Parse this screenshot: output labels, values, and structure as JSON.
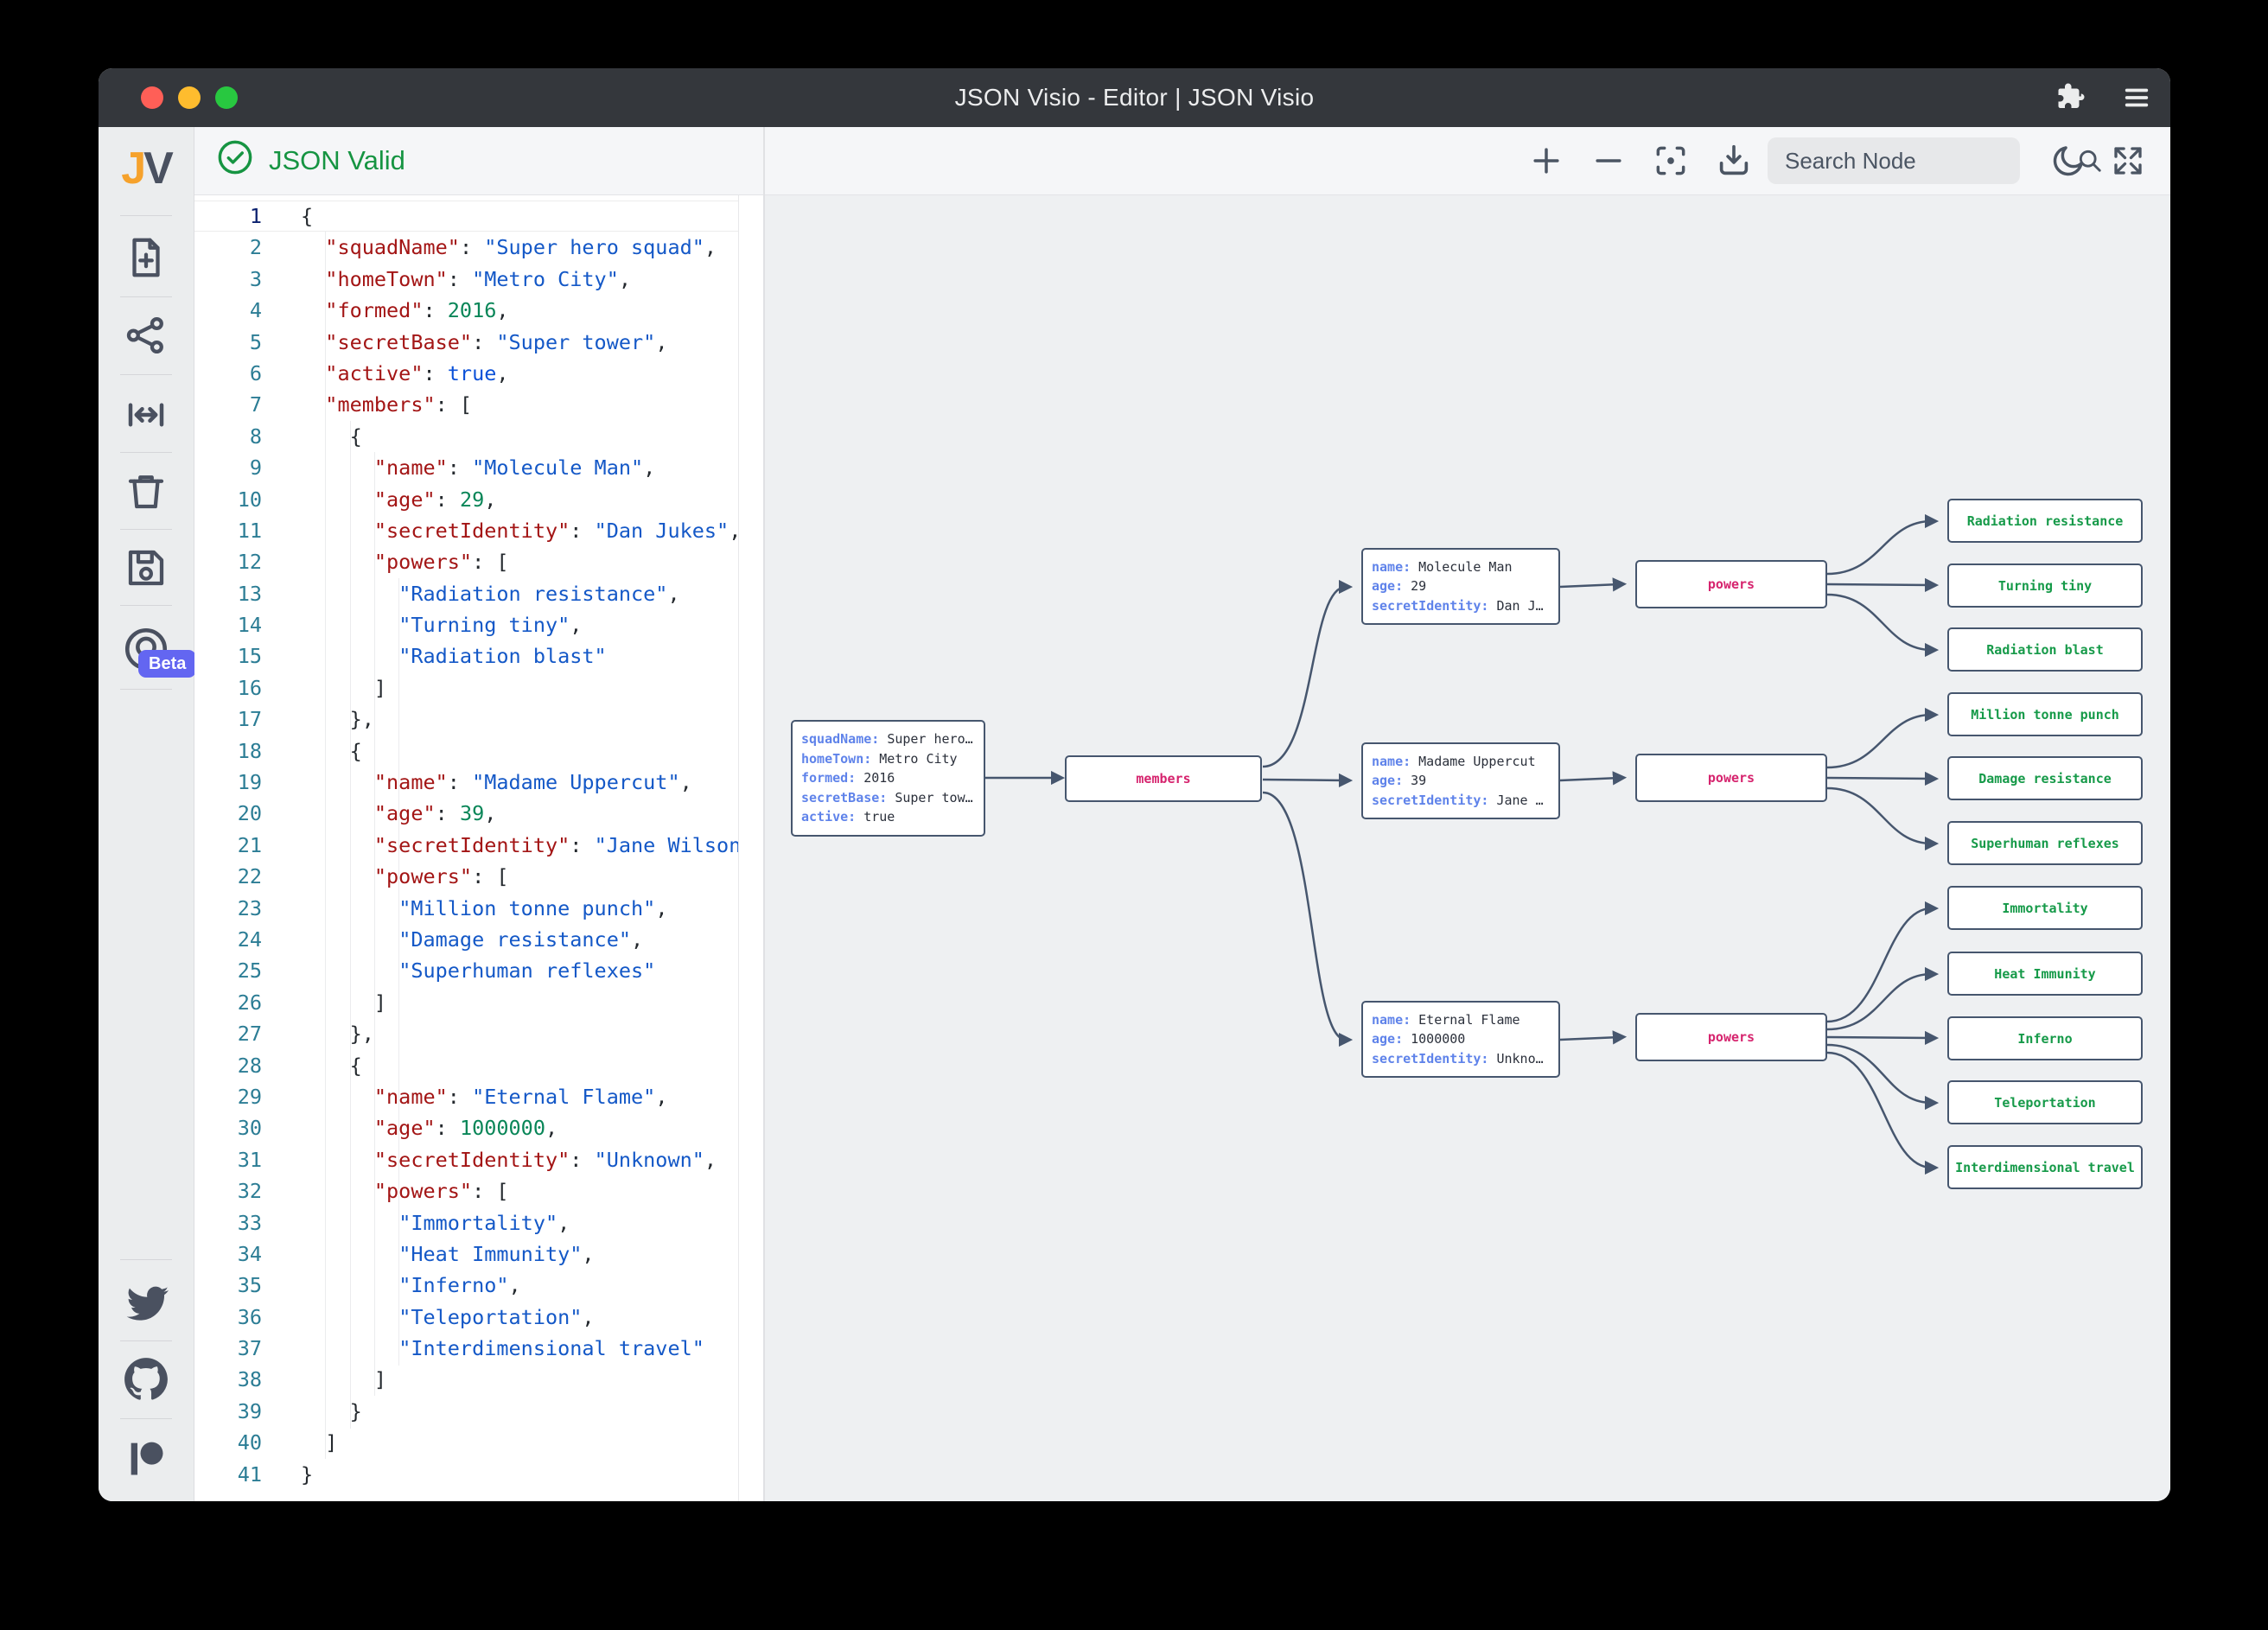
{
  "titlebar": {
    "title": "JSON Visio - Editor | JSON Visio"
  },
  "header": {
    "status": "JSON Valid"
  },
  "toolbar": {
    "search_placeholder": "Search Node"
  },
  "sidebar": {
    "logo_j": "J",
    "logo_v": "V",
    "beta_badge": "Beta"
  },
  "colors": {
    "valid_green": "#169442",
    "node_border": "#46566e",
    "node_key_blue": "#5f83ea",
    "label_pink": "#d6246e",
    "leaf_green": "#169a49",
    "edge": "#46566e",
    "titlebar_bg": "#34373c",
    "beta_badge_bg": "#6366f1"
  },
  "editor": {
    "lines": [
      {
        "n": 1,
        "t": [
          [
            "p",
            "{"
          ]
        ]
      },
      {
        "n": 2,
        "t": [
          [
            "p",
            "  "
          ],
          [
            "k",
            "\"squadName\""
          ],
          [
            "p",
            ": "
          ],
          [
            "s",
            "\"Super hero squad\""
          ],
          [
            "p",
            ","
          ]
        ]
      },
      {
        "n": 3,
        "t": [
          [
            "p",
            "  "
          ],
          [
            "k",
            "\"homeTown\""
          ],
          [
            "p",
            ": "
          ],
          [
            "s",
            "\"Metro City\""
          ],
          [
            "p",
            ","
          ]
        ]
      },
      {
        "n": 4,
        "t": [
          [
            "p",
            "  "
          ],
          [
            "k",
            "\"formed\""
          ],
          [
            "p",
            ": "
          ],
          [
            "n",
            "2016"
          ],
          [
            "p",
            ","
          ]
        ]
      },
      {
        "n": 5,
        "t": [
          [
            "p",
            "  "
          ],
          [
            "k",
            "\"secretBase\""
          ],
          [
            "p",
            ": "
          ],
          [
            "s",
            "\"Super tower\""
          ],
          [
            "p",
            ","
          ]
        ]
      },
      {
        "n": 6,
        "t": [
          [
            "p",
            "  "
          ],
          [
            "k",
            "\"active\""
          ],
          [
            "p",
            ": "
          ],
          [
            "b",
            "true"
          ],
          [
            "p",
            ","
          ]
        ]
      },
      {
        "n": 7,
        "t": [
          [
            "p",
            "  "
          ],
          [
            "k",
            "\"members\""
          ],
          [
            "p",
            ": ["
          ]
        ]
      },
      {
        "n": 8,
        "t": [
          [
            "p",
            "    {"
          ]
        ]
      },
      {
        "n": 9,
        "t": [
          [
            "p",
            "      "
          ],
          [
            "k",
            "\"name\""
          ],
          [
            "p",
            ": "
          ],
          [
            "s",
            "\"Molecule Man\""
          ],
          [
            "p",
            ","
          ]
        ]
      },
      {
        "n": 10,
        "t": [
          [
            "p",
            "      "
          ],
          [
            "k",
            "\"age\""
          ],
          [
            "p",
            ": "
          ],
          [
            "n",
            "29"
          ],
          [
            "p",
            ","
          ]
        ]
      },
      {
        "n": 11,
        "t": [
          [
            "p",
            "      "
          ],
          [
            "k",
            "\"secretIdentity\""
          ],
          [
            "p",
            ": "
          ],
          [
            "s",
            "\"Dan Jukes\""
          ],
          [
            "p",
            ","
          ]
        ]
      },
      {
        "n": 12,
        "t": [
          [
            "p",
            "      "
          ],
          [
            "k",
            "\"powers\""
          ],
          [
            "p",
            ": ["
          ]
        ]
      },
      {
        "n": 13,
        "t": [
          [
            "p",
            "        "
          ],
          [
            "s",
            "\"Radiation resistance\""
          ],
          [
            "p",
            ","
          ]
        ]
      },
      {
        "n": 14,
        "t": [
          [
            "p",
            "        "
          ],
          [
            "s",
            "\"Turning tiny\""
          ],
          [
            "p",
            ","
          ]
        ]
      },
      {
        "n": 15,
        "t": [
          [
            "p",
            "        "
          ],
          [
            "s",
            "\"Radiation blast\""
          ]
        ]
      },
      {
        "n": 16,
        "t": [
          [
            "p",
            "      ]"
          ]
        ]
      },
      {
        "n": 17,
        "t": [
          [
            "p",
            "    },"
          ]
        ]
      },
      {
        "n": 18,
        "t": [
          [
            "p",
            "    {"
          ]
        ]
      },
      {
        "n": 19,
        "t": [
          [
            "p",
            "      "
          ],
          [
            "k",
            "\"name\""
          ],
          [
            "p",
            ": "
          ],
          [
            "s",
            "\"Madame Uppercut\""
          ],
          [
            "p",
            ","
          ]
        ]
      },
      {
        "n": 20,
        "t": [
          [
            "p",
            "      "
          ],
          [
            "k",
            "\"age\""
          ],
          [
            "p",
            ": "
          ],
          [
            "n",
            "39"
          ],
          [
            "p",
            ","
          ]
        ]
      },
      {
        "n": 21,
        "t": [
          [
            "p",
            "      "
          ],
          [
            "k",
            "\"secretIdentity\""
          ],
          [
            "p",
            ": "
          ],
          [
            "s",
            "\"Jane Wilson\""
          ],
          [
            "p",
            ","
          ]
        ]
      },
      {
        "n": 22,
        "t": [
          [
            "p",
            "      "
          ],
          [
            "k",
            "\"powers\""
          ],
          [
            "p",
            ": ["
          ]
        ]
      },
      {
        "n": 23,
        "t": [
          [
            "p",
            "        "
          ],
          [
            "s",
            "\"Million tonne punch\""
          ],
          [
            "p",
            ","
          ]
        ]
      },
      {
        "n": 24,
        "t": [
          [
            "p",
            "        "
          ],
          [
            "s",
            "\"Damage resistance\""
          ],
          [
            "p",
            ","
          ]
        ]
      },
      {
        "n": 25,
        "t": [
          [
            "p",
            "        "
          ],
          [
            "s",
            "\"Superhuman reflexes\""
          ]
        ]
      },
      {
        "n": 26,
        "t": [
          [
            "p",
            "      ]"
          ]
        ]
      },
      {
        "n": 27,
        "t": [
          [
            "p",
            "    },"
          ]
        ]
      },
      {
        "n": 28,
        "t": [
          [
            "p",
            "    {"
          ]
        ]
      },
      {
        "n": 29,
        "t": [
          [
            "p",
            "      "
          ],
          [
            "k",
            "\"name\""
          ],
          [
            "p",
            ": "
          ],
          [
            "s",
            "\"Eternal Flame\""
          ],
          [
            "p",
            ","
          ]
        ]
      },
      {
        "n": 30,
        "t": [
          [
            "p",
            "      "
          ],
          [
            "k",
            "\"age\""
          ],
          [
            "p",
            ": "
          ],
          [
            "n",
            "1000000"
          ],
          [
            "p",
            ","
          ]
        ]
      },
      {
        "n": 31,
        "t": [
          [
            "p",
            "      "
          ],
          [
            "k",
            "\"secretIdentity\""
          ],
          [
            "p",
            ": "
          ],
          [
            "s",
            "\"Unknown\""
          ],
          [
            "p",
            ","
          ]
        ]
      },
      {
        "n": 32,
        "t": [
          [
            "p",
            "      "
          ],
          [
            "k",
            "\"powers\""
          ],
          [
            "p",
            ": ["
          ]
        ]
      },
      {
        "n": 33,
        "t": [
          [
            "p",
            "        "
          ],
          [
            "s",
            "\"Immortality\""
          ],
          [
            "p",
            ","
          ]
        ]
      },
      {
        "n": 34,
        "t": [
          [
            "p",
            "        "
          ],
          [
            "s",
            "\"Heat Immunity\""
          ],
          [
            "p",
            ","
          ]
        ]
      },
      {
        "n": 35,
        "t": [
          [
            "p",
            "        "
          ],
          [
            "s",
            "\"Inferno\""
          ],
          [
            "p",
            ","
          ]
        ]
      },
      {
        "n": 36,
        "t": [
          [
            "p",
            "        "
          ],
          [
            "s",
            "\"Teleportation\""
          ],
          [
            "p",
            ","
          ]
        ]
      },
      {
        "n": 37,
        "t": [
          [
            "p",
            "        "
          ],
          [
            "s",
            "\"Interdimensional travel\""
          ]
        ]
      },
      {
        "n": 38,
        "t": [
          [
            "p",
            "      ]"
          ]
        ]
      },
      {
        "n": 39,
        "t": [
          [
            "p",
            "    }"
          ]
        ]
      },
      {
        "n": 40,
        "t": [
          [
            "p",
            "  ]"
          ]
        ]
      },
      {
        "n": 41,
        "t": [
          [
            "p",
            "}"
          ]
        ]
      }
    ]
  },
  "graph": {
    "root_rows": [
      {
        "k": "squadName:",
        "v": "Super hero…"
      },
      {
        "k": "homeTown:",
        "v": "Metro City"
      },
      {
        "k": "formed:",
        "v": "2016"
      },
      {
        "k": "secretBase:",
        "v": "Super tow…"
      },
      {
        "k": "active:",
        "v": "true"
      }
    ],
    "members_label": "members",
    "member1_rows": [
      {
        "k": "name:",
        "v": "Molecule Man"
      },
      {
        "k": "age:",
        "v": "29"
      },
      {
        "k": "secretIdentity:",
        "v": "Dan J…"
      }
    ],
    "member2_rows": [
      {
        "k": "name:",
        "v": "Madame Uppercut"
      },
      {
        "k": "age:",
        "v": "39"
      },
      {
        "k": "secretIdentity:",
        "v": "Jane …"
      }
    ],
    "member3_rows": [
      {
        "k": "name:",
        "v": "Eternal Flame"
      },
      {
        "k": "age:",
        "v": "1000000"
      },
      {
        "k": "secretIdentity:",
        "v": "Unkno…"
      }
    ],
    "powers_label": "powers",
    "leaves": [
      "Radiation resistance",
      "Turning tiny",
      "Radiation blast",
      "Million tonne punch",
      "Damage resistance",
      "Superhuman reflexes",
      "Immortality",
      "Heat Immunity",
      "Inferno",
      "Teleportation",
      "Interdimensional travel"
    ]
  }
}
